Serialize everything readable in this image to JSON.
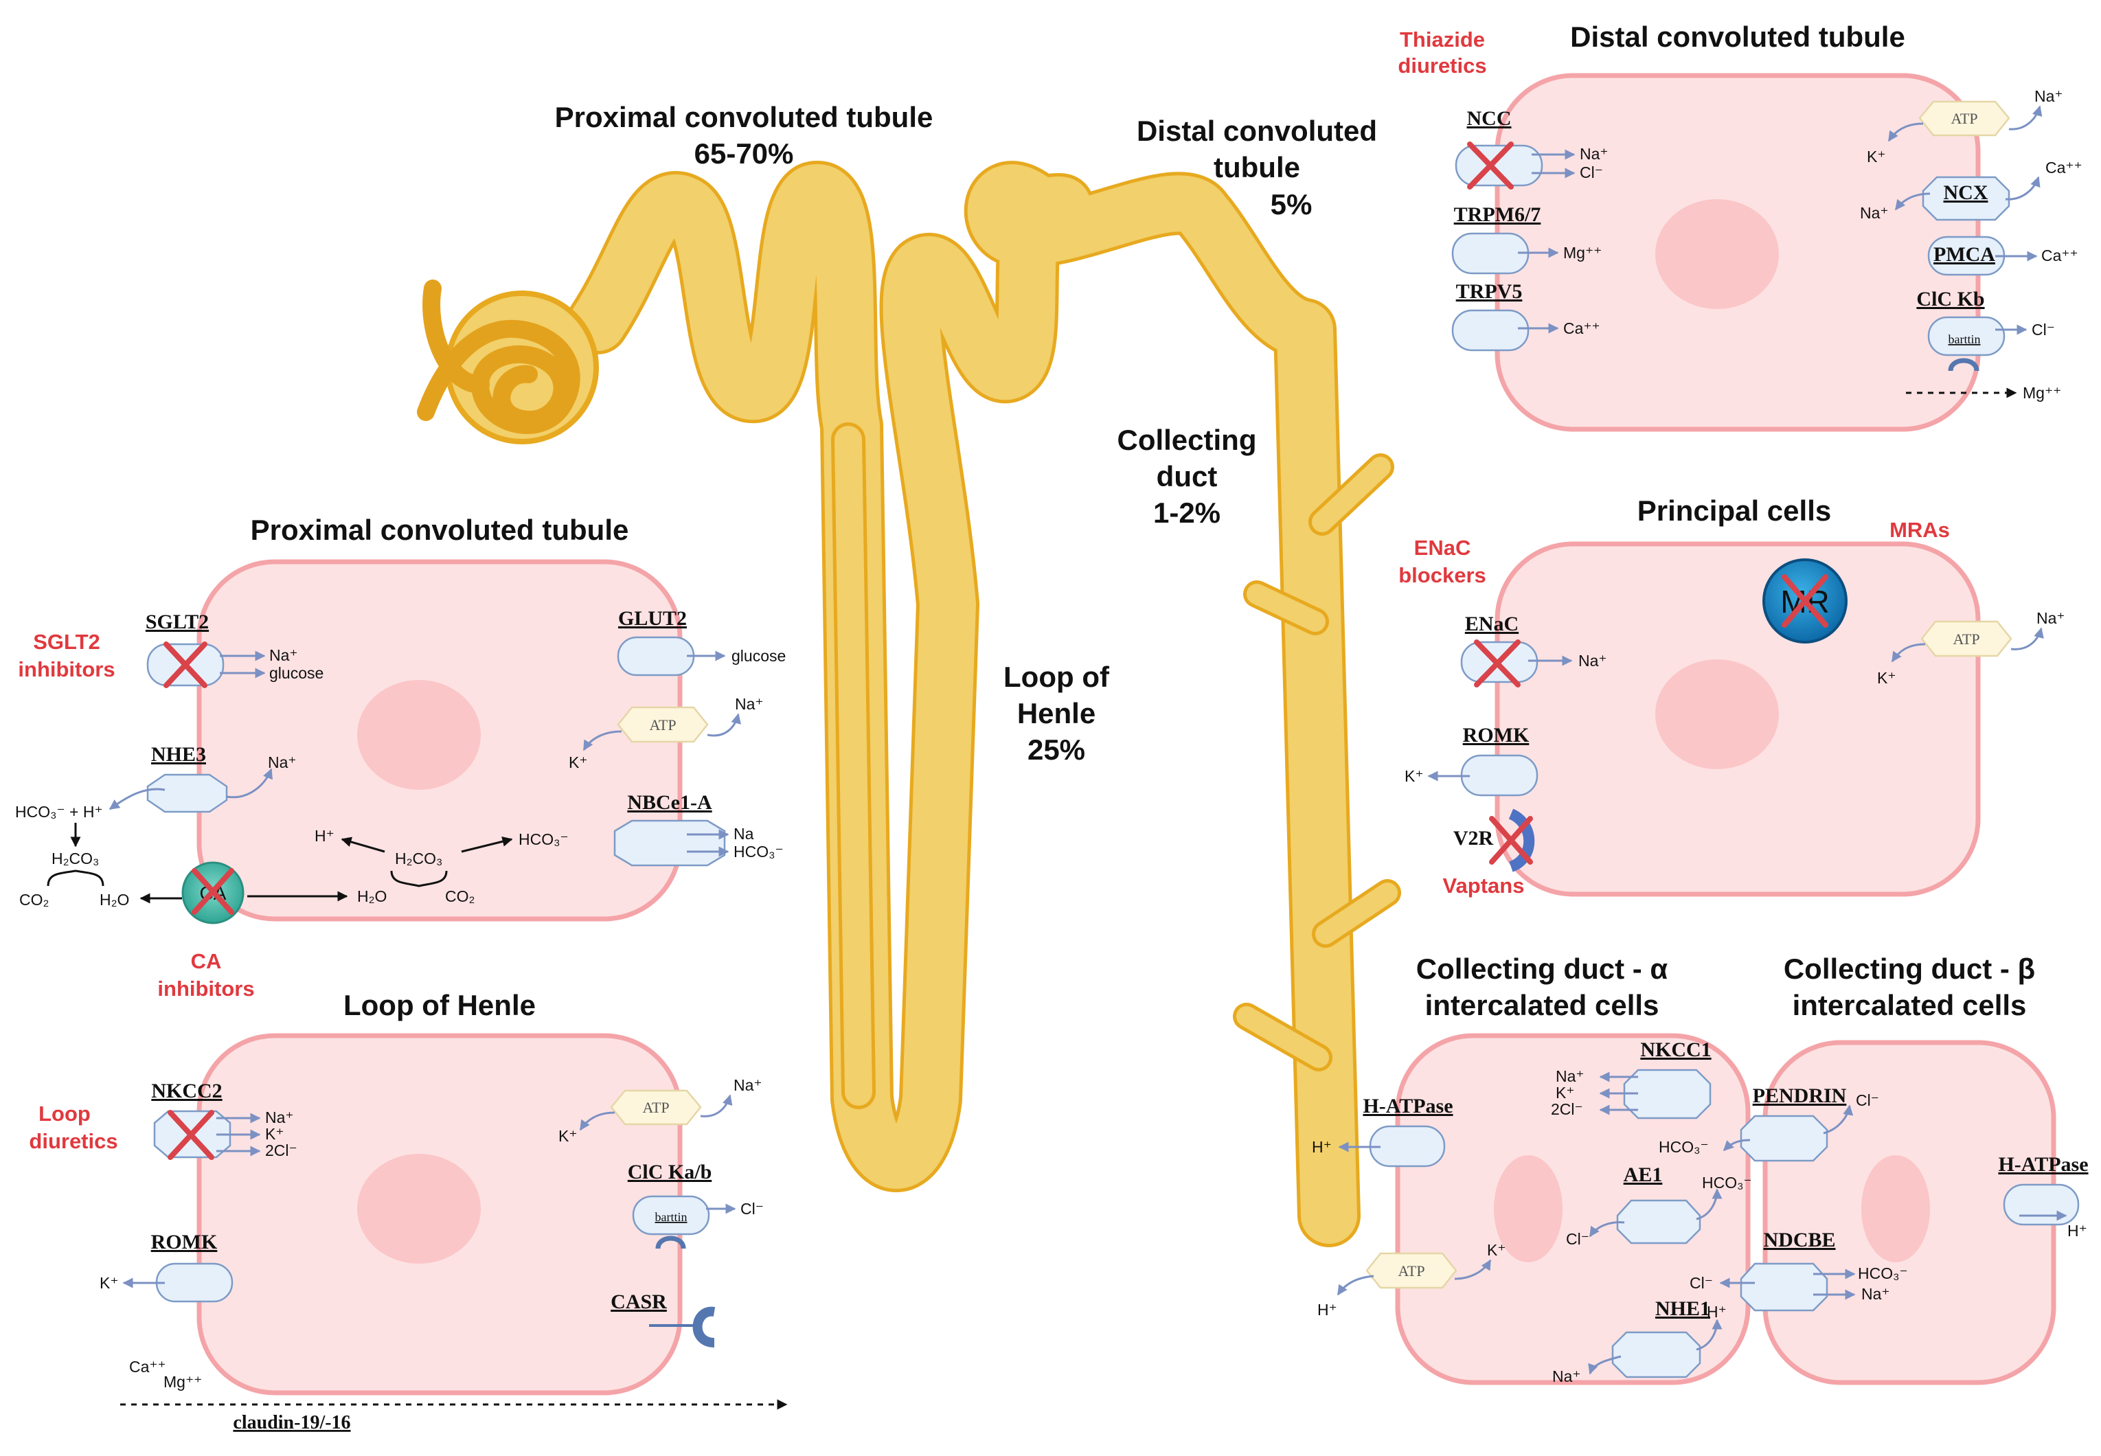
{
  "nephron": {
    "pct_title": "Proximal convoluted tubule",
    "pct_pct": "65-70%",
    "dct_title_1": "Distal convoluted",
    "dct_title_2": "tubule",
    "dct_pct": "5%",
    "cd_title_1": "Collecting",
    "cd_title_2": "duct",
    "cd_pct": "1-2%",
    "loh_title_1": "Loop of",
    "loh_title_2": "Henle",
    "loh_pct": "25%"
  },
  "pct_cell": {
    "title": "Proximal convoluted tubule",
    "drug_sglt2_1": "SGLT2",
    "drug_sglt2_2": "inhibitors",
    "drug_ca_1": "CA",
    "drug_ca_2": "inhibitors",
    "sglt2": "SGLT2",
    "sglt2_ion1": "Na⁺",
    "sglt2_ion2": "glucose",
    "nhe3": "NHE3",
    "nhe3_na": "Na⁺",
    "hco3_h": "HCO₃⁻ + H⁺",
    "h2co3": "H₂CO₃",
    "co2": "CO₂",
    "h2o": "H₂O",
    "ca_label": "CA",
    "glut2": "GLUT2",
    "glut2_ion": "glucose",
    "atp": "ATP",
    "atp_na": "Na⁺",
    "atp_k": "K⁺",
    "nbce1a": "NBCe1-A",
    "nbc_na": "Na",
    "nbc_hco3": "HCO₃⁻",
    "in_h": "H⁺",
    "in_h2co3": "H₂CO₃",
    "in_hco3": "HCO₃⁻",
    "in_h2o": "H₂O",
    "in_co2": "CO₂"
  },
  "loh_cell": {
    "title": "Loop of Henle",
    "drug_1": "Loop",
    "drug_2": "diuretics",
    "nkcc2": "NKCC2",
    "nkcc2_na": "Na⁺",
    "nkcc2_k": "K⁺",
    "nkcc2_cl": "2Cl⁻",
    "romk": "ROMK",
    "romk_k": "K⁺",
    "atp": "ATP",
    "atp_na": "Na⁺",
    "atp_k": "K⁺",
    "clc": "ClC Ka/b",
    "barttin": "barttin",
    "clc_cl": "Cl⁻",
    "casr": "CASR",
    "para_ca": "Ca⁺⁺",
    "para_mg": "Mg⁺⁺",
    "claudin": "claudin-19/-16"
  },
  "dct_cell": {
    "title": "Distal convoluted tubule",
    "drug_1": "Thiazide",
    "drug_2": "diuretics",
    "ncc": "NCC",
    "ncc_na": "Na⁺",
    "ncc_cl": "Cl⁻",
    "trpm": "TRPM6/7",
    "trpm_mg": "Mg⁺⁺",
    "trpv5": "TRPV5",
    "trpv5_ca": "Ca⁺⁺",
    "atp": "ATP",
    "atp_na": "Na⁺",
    "atp_k": "K⁺",
    "ncx": "NCX",
    "ncx_ca": "Ca⁺⁺",
    "ncx_na": "Na⁺",
    "pmca": "PMCA",
    "pmca_ca": "Ca⁺⁺",
    "clc": "ClC Kb",
    "barttin": "barttin",
    "clc_cl": "Cl⁻",
    "para_mg": "Mg⁺⁺"
  },
  "principal": {
    "title": "Principal cells",
    "drug_enac_1": "ENaC",
    "drug_enac_2": "blockers",
    "drug_mra": "MRAs",
    "mr": "MR",
    "enac": "ENaC",
    "enac_na": "Na⁺",
    "romk": "ROMK",
    "romk_k": "K⁺",
    "v2r": "V2R",
    "vaptans": "Vaptans",
    "atp": "ATP",
    "atp_na": "Na⁺",
    "atp_k": "K⁺"
  },
  "alpha": {
    "title_1": "Collecting duct - α",
    "title_2": "intercalated cells",
    "hatpase": "H-ATPase",
    "hatpase_h": "H⁺",
    "nkcc1": "NKCC1",
    "nkcc1_na": "Na⁺",
    "nkcc1_k": "K⁺",
    "nkcc1_cl": "2Cl⁻",
    "ae1": "AE1",
    "ae1_hco3": "HCO₃⁻",
    "ae1_cl": "Cl⁻",
    "atp": "ATP",
    "atp_h": "H⁺",
    "atp_k": "K⁺",
    "nhe1": "NHE1",
    "nhe1_h": "H⁺",
    "nhe1_na": "Na⁺"
  },
  "beta": {
    "title_1": "Collecting duct - β",
    "title_2": "intercalated cells",
    "pendrin": "PENDRIN",
    "pendrin_cl": "Cl⁻",
    "pendrin_hco3": "HCO₃⁻",
    "ndcbe": "NDCBE",
    "ndcbe_cl": "Cl⁻",
    "ndcbe_hco3": "HCO₃⁻",
    "ndcbe_na": "Na⁺",
    "hatpase": "H-ATPase",
    "hatpase_h": "H⁺"
  },
  "colors": {
    "drug_red": "#e0393e",
    "cell_fill": "#fde2e3",
    "cell_stroke": "#f4a4a8",
    "transporter_fill": "#e6f0fb",
    "transporter_stroke": "#7d9bc6",
    "tubule_fill": "#f2d06b",
    "tubule_stroke": "#e7a91f",
    "glomerulus": "#e3a21d"
  }
}
